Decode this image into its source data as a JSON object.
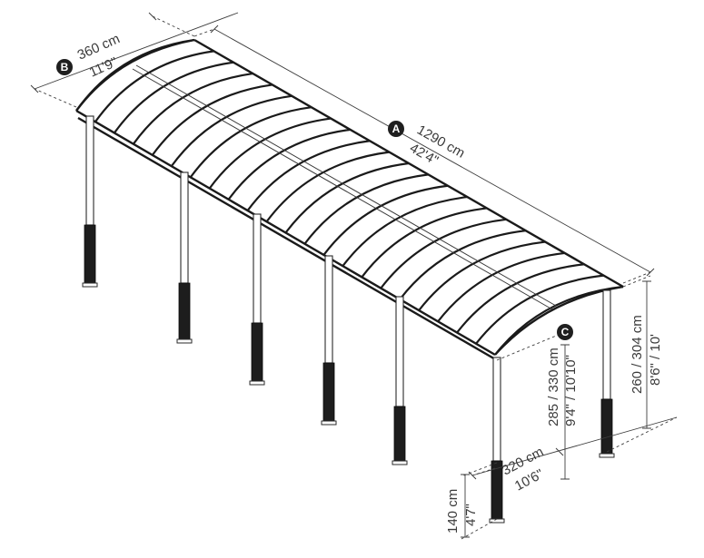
{
  "labels": {
    "A": {
      "badge": "A",
      "metric": "1290 cm",
      "imperial": "42'4\""
    },
    "B": {
      "badge": "B",
      "metric": "360 cm",
      "imperial": "11'9\""
    },
    "C": {
      "badge": "C",
      "metric": "285 / 330 cm",
      "imperial": "9'4\" / 10'10\""
    },
    "height_back": {
      "metric": "260 / 304 cm",
      "imperial": "8'6\" / 10'"
    },
    "depth": {
      "metric": "320 cm",
      "imperial": "10'6\""
    },
    "post_base": {
      "metric": "140 cm",
      "imperial": "4'7\""
    }
  }
}
